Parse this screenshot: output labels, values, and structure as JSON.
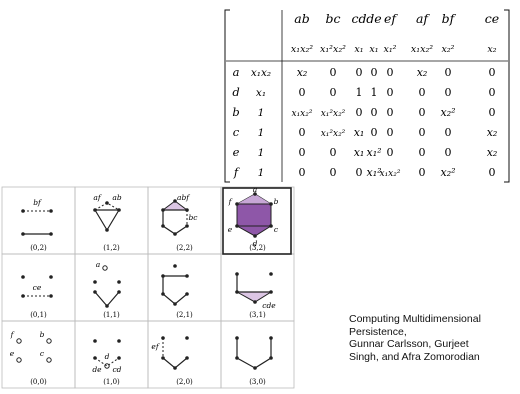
{
  "matrix": {
    "col_head_top": [
      "ab",
      "bc",
      "cd",
      "de",
      "ef",
      "af",
      "bf",
      "ce"
    ],
    "col_head_bottom": [
      "x₁x₂²",
      "x₁²x₂²",
      "x₁",
      "x₁",
      "x₁²",
      "x₁x₂²",
      "x₂²",
      "x₂"
    ],
    "rows": [
      {
        "name": "a",
        "grade": "x₁x₂",
        "cells": [
          "x₂",
          "0",
          "0",
          "0",
          "0",
          "x₂",
          "0",
          "0"
        ]
      },
      {
        "name": "d",
        "grade": "x₁",
        "cells": [
          "0",
          "0",
          "1",
          "1",
          "0",
          "0",
          "0",
          "0"
        ]
      },
      {
        "name": "b",
        "grade": "1",
        "cells": [
          "x₁x₂²",
          "x₁²x₂²",
          "0",
          "0",
          "0",
          "0",
          "x₂²",
          "0"
        ]
      },
      {
        "name": "c",
        "grade": "1",
        "cells": [
          "0",
          "x₁²x₂²",
          "x₁",
          "0",
          "0",
          "0",
          "0",
          "x₂"
        ]
      },
      {
        "name": "e",
        "grade": "1",
        "cells": [
          "0",
          "0",
          "x₁",
          "x₁²",
          "0",
          "0",
          "0",
          "x₂"
        ]
      },
      {
        "name": "f",
        "grade": "1",
        "cells": [
          "0",
          "0",
          "0",
          "x₁²",
          "x₁x₂²",
          "0",
          "x₂²",
          "0"
        ]
      }
    ]
  },
  "grid": {
    "cells": [
      {
        "coord": "(0,2)",
        "labels": [
          "bf"
        ]
      },
      {
        "coord": "(1,2)",
        "labels": [
          "af",
          "ab"
        ]
      },
      {
        "coord": "(2,2)",
        "labels": [
          "abf",
          "bc"
        ]
      },
      {
        "coord": "(3,2)",
        "labels": [
          "a",
          "b",
          "c",
          "d",
          "e",
          "f"
        ]
      },
      {
        "coord": "(0,1)",
        "labels": [
          "ce"
        ]
      },
      {
        "coord": "(1,1)",
        "labels": [
          "a"
        ]
      },
      {
        "coord": "(2,1)",
        "labels": []
      },
      {
        "coord": "(3,1)",
        "labels": [
          "cde"
        ]
      },
      {
        "coord": "(0,0)",
        "labels": [
          "f",
          "b",
          "e",
          "c"
        ]
      },
      {
        "coord": "(1,0)",
        "labels": [
          "de",
          "d",
          "cd"
        ]
      },
      {
        "coord": "(2,0)",
        "labels": [
          "ef"
        ]
      },
      {
        "coord": "(3,0)",
        "labels": []
      }
    ],
    "highlight_color": "#8e57a8",
    "light_fill": "#dcc6e4"
  },
  "caption": {
    "line1": "Computing Multidimensional",
    "line2": "Persistence,",
    "line3": "Gunnar Carlsson, Gurjeet",
    "line4": "Singh, and Afra Zomorodian"
  }
}
